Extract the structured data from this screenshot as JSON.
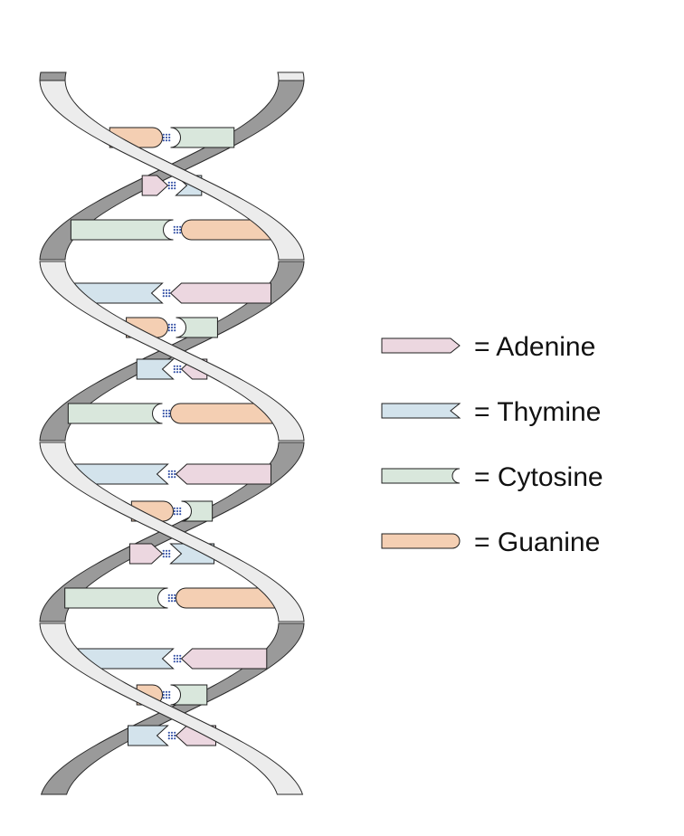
{
  "colors": {
    "adenine": "#ecd7e0",
    "thymine": "#d3e3ec",
    "cytosine": "#d9e7dc",
    "guanine": "#f4cfb3",
    "back_strand": "#9a9a9a",
    "front_strand": "#ececec",
    "hydrogen_bond_dots": "#3a56a8"
  },
  "legend": {
    "items": [
      {
        "base": "adenine",
        "label": "= Adenine"
      },
      {
        "base": "thymine",
        "label": "= Thymine"
      },
      {
        "base": "cytosine",
        "label": "= Cytosine"
      },
      {
        "base": "guanine",
        "label": "= Guanine"
      }
    ]
  },
  "base_pairs": [
    [
      "guanine",
      "cytosine"
    ],
    [
      "adenine",
      "thymine"
    ],
    [
      "cytosine",
      "guanine"
    ],
    [
      "thymine",
      "adenine"
    ],
    [
      "guanine",
      "cytosine"
    ],
    [
      "thymine",
      "adenine"
    ],
    [
      "cytosine",
      "guanine"
    ],
    [
      "thymine",
      "adenine"
    ],
    [
      "guanine",
      "cytosine"
    ],
    [
      "adenine",
      "thymine"
    ],
    [
      "cytosine",
      "guanine"
    ],
    [
      "thymine",
      "adenine"
    ],
    [
      "guanine",
      "cytosine"
    ],
    [
      "thymine",
      "adenine"
    ]
  ]
}
